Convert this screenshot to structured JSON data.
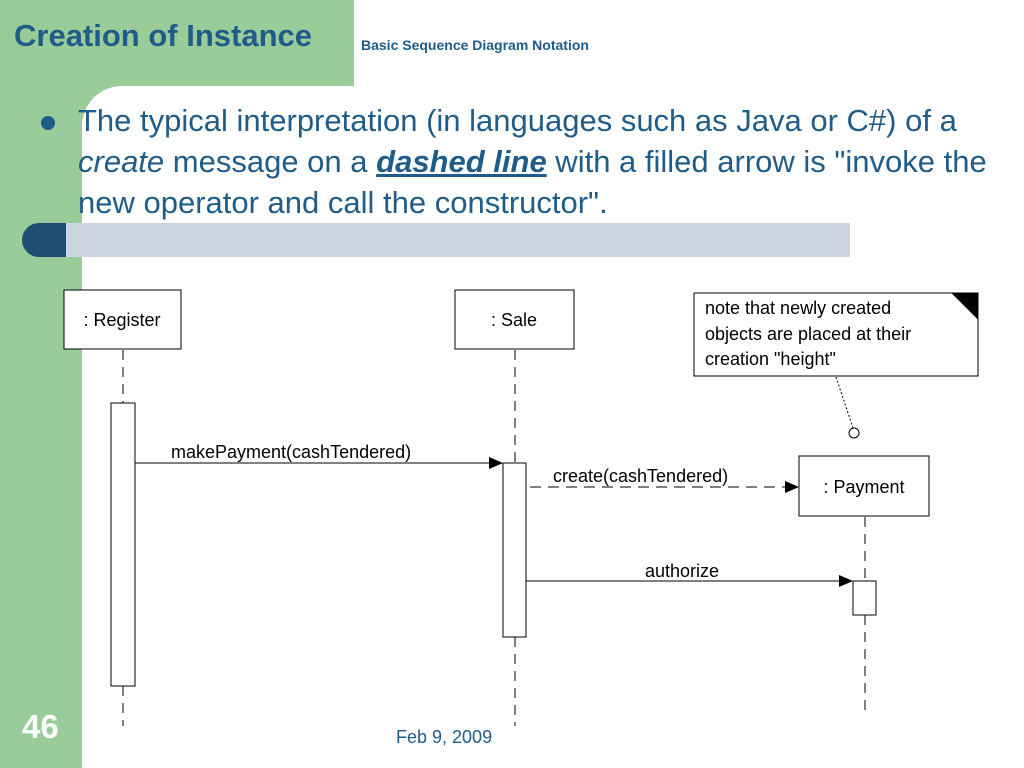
{
  "header": {
    "title": "Creation of Instance",
    "subtitle": "Basic Sequence Diagram Notation"
  },
  "bullet": {
    "part1": "The typical interpretation (in languages such as Java or C#) of a ",
    "create_word": "create",
    "part2": " message on a ",
    "dashed_line": "dashed line",
    "part3": " with a filled arrow is \"invoke the new operator and call the constructor\"."
  },
  "diagram": {
    "lifelines": {
      "register": ": Register",
      "sale": ": Sale",
      "payment": ": Payment"
    },
    "messages": {
      "make_payment": "makePayment(cashTendered)",
      "create": "create(cashTendered)",
      "authorize": "authorize"
    },
    "note": {
      "line1": "note that newly created",
      "line2": "objects are placed at their",
      "line3": "creation \"height\""
    }
  },
  "footer": {
    "slide_number": "46",
    "date": "Feb 9, 2009"
  },
  "colors": {
    "accent_green": "#99cc99",
    "title_blue": "#1f5c8a",
    "stripe_dark": "#1f4e74",
    "stripe_light": "#ccd6e0"
  }
}
